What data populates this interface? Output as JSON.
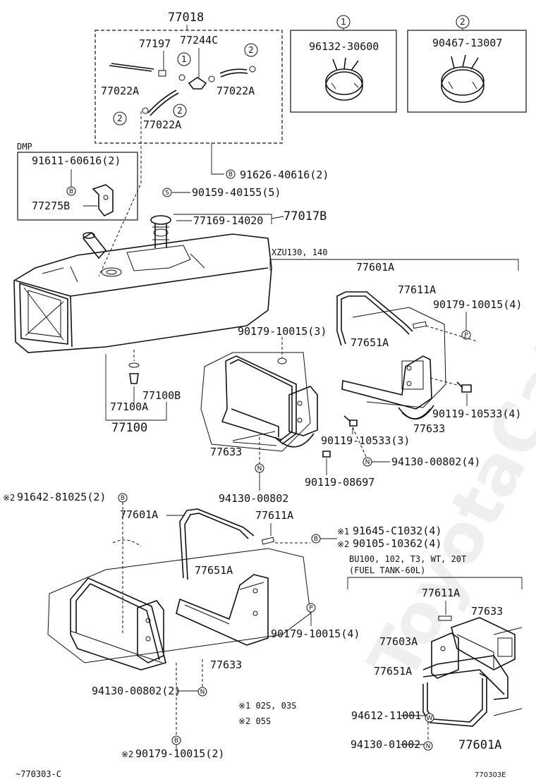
{
  "watermark": "ToyotaCatMine.ru",
  "sets": {
    "main": "77018",
    "tank_assy": "77100",
    "band_parts": "77017B"
  },
  "options": {
    "opt1_part": "96132-30600",
    "opt1_num": "1",
    "opt2_part": "90467-13007",
    "opt2_num": "2"
  },
  "hose_parts": {
    "p77197": "77197",
    "p77244C": "77244C",
    "p77022A_left": "77022A",
    "p77022A_right": "77022A",
    "p77022A_bottom": "77022A",
    "c1": "1",
    "c2a": "2",
    "c2b": "2",
    "c2c": "2"
  },
  "dmp": {
    "title": "DMP",
    "bolt": "91611-60616(2)",
    "bracket": "77275B",
    "badge": "B"
  },
  "upper_callouts": {
    "b_91626": "91626-40616(2)",
    "b_badge": "B",
    "s_90159": "90159-40155(5)",
    "s_badge": "S",
    "gauge_77169": "77169-14020"
  },
  "drain": {
    "p77100A": "77100A",
    "p77100B": "77100B"
  },
  "xzu": {
    "title": "XZU130, 140",
    "p77601A": "77601A",
    "p77611A": "77611A",
    "p90179_4": "90179-10015(4)",
    "p90179_3": "90179-10015(3)",
    "p77651A": "77651A",
    "p90119_4": "90119-10533(4)",
    "p77633_r": "77633",
    "p77633_l": "77633",
    "p90119_3": "90119-10533(3)",
    "p94130_4": "94130-00802(4)",
    "p90119_08": "90119-08697",
    "p94130": "94130-00802",
    "n_badge": "N",
    "p_badge": "P"
  },
  "lower": {
    "p91642": "91642-81025(2)",
    "mark2": "※2",
    "mark1": "※1",
    "p77601A": "77601A",
    "p77611A": "77611A",
    "p91645": "91645-C1032(4)",
    "p90105": "90105-10362(4)",
    "p77651A": "77651A",
    "p90179_4": "90179-10015(4)",
    "p77633": "77633",
    "p94130_2": "94130-00802(2)",
    "p90179_2": "90179-10015(2)",
    "b_badge": "B",
    "n_badge": "N",
    "note1": "※1 02S, 03S",
    "note2": "※2 05S"
  },
  "bu": {
    "title1": "BU100, 102, T3, WT, 20T",
    "title2": "(FUEL TANK-60L)",
    "p77611A": "77611A",
    "p77633": "77633",
    "p77603A": "77603A",
    "p77651A": "77651A",
    "p94612": "94612-11001",
    "p94130": "94130-01002",
    "p77601A": "77601A",
    "w_badge": "W",
    "n_badge": "N"
  },
  "footer": {
    "left_code": "~770303-C",
    "right_code": "770303E"
  }
}
